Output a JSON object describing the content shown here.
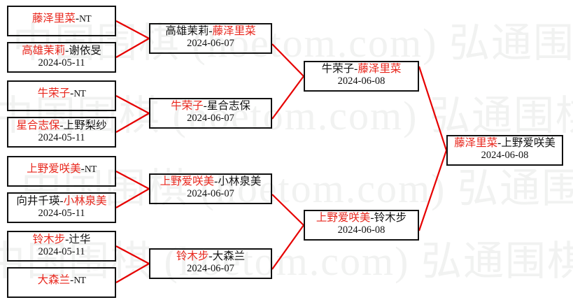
{
  "watermark": {
    "line1": "中国围棋 (hoetom.com) 弘通围棋",
    "line2": "中国围棋 (hoetom.com) 弘通围棋",
    "line3": "中国围棋 (hoetom.com) 弘通围棋",
    "line4": "中国围棋 (hoetom.com) 弘通围棋"
  },
  "colors": {
    "winner": "#e8261c",
    "loser": "#111111",
    "connector": "#e60000",
    "box_border": "#111111",
    "background": "#ffffff",
    "watermark": "#f1f2f1"
  },
  "bracket": {
    "rounds": [
      {
        "name": "round-1",
        "matches": [
          {
            "id": "r1m1",
            "winner": "藤泽里菜",
            "separator": "-",
            "loser": "NT",
            "winner_side": "left",
            "date": ""
          },
          {
            "id": "r1m2",
            "winner": "高雄茉莉",
            "separator": "-",
            "loser": "谢依旻",
            "winner_side": "left",
            "date": "2024-05-11"
          },
          {
            "id": "r1m3",
            "winner": "牛荣子",
            "separator": "-",
            "loser": "NT",
            "winner_side": "left",
            "date": ""
          },
          {
            "id": "r1m4",
            "winner": "星合志保",
            "separator": "-",
            "loser": "上野梨纱",
            "winner_side": "left",
            "date": "2024-05-11"
          },
          {
            "id": "r1m5",
            "winner": "上野爱咲美",
            "separator": "-",
            "loser": "NT",
            "winner_side": "left",
            "date": ""
          },
          {
            "id": "r1m6",
            "winner": "小林泉美",
            "separator": "-",
            "loser": "向井千瑛",
            "winner_side": "right",
            "date": "2024-05-11"
          },
          {
            "id": "r1m7",
            "winner": "铃木步",
            "separator": "-",
            "loser": "辻华",
            "winner_side": "left",
            "date": "2024-05-11"
          },
          {
            "id": "r1m8",
            "winner": "大森兰",
            "separator": "-",
            "loser": "NT",
            "winner_side": "left",
            "date": ""
          }
        ]
      },
      {
        "name": "round-2",
        "matches": [
          {
            "id": "r2m1",
            "winner": "藤泽里菜",
            "separator": "-",
            "loser": "高雄茉莉",
            "winner_side": "right",
            "date": "2024-06-07"
          },
          {
            "id": "r2m2",
            "winner": "牛荣子",
            "separator": "-",
            "loser": "星合志保",
            "winner_side": "left",
            "date": "2024-06-07"
          },
          {
            "id": "r2m3",
            "winner": "上野爱咲美",
            "separator": "-",
            "loser": "小林泉美",
            "winner_side": "left",
            "date": "2024-06-07"
          },
          {
            "id": "r2m4",
            "winner": "铃木步",
            "separator": "-",
            "loser": "大森兰",
            "winner_side": "left",
            "date": "2024-06-07"
          }
        ]
      },
      {
        "name": "semifinal",
        "matches": [
          {
            "id": "r3m1",
            "winner": "藤泽里菜",
            "separator": "-",
            "loser": "牛荣子",
            "winner_side": "right",
            "date": "2024-06-08"
          },
          {
            "id": "r3m2",
            "winner": "上野爱咲美",
            "separator": "-",
            "loser": "铃木步",
            "winner_side": "left",
            "date": "2024-06-08"
          }
        ]
      },
      {
        "name": "final",
        "matches": [
          {
            "id": "r4m1",
            "winner": "藤泽里菜",
            "separator": "-",
            "loser": "上野爱咲美",
            "winner_side": "left",
            "date": "2024-06-08"
          }
        ]
      }
    ]
  }
}
